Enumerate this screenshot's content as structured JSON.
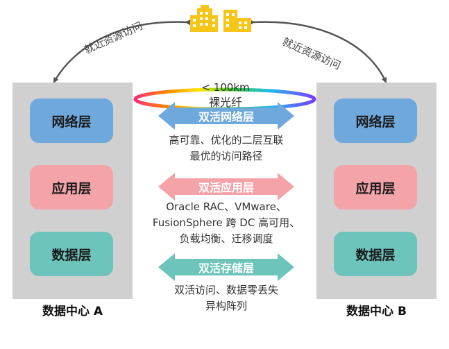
{
  "ring": {
    "distance_label": "< 100km",
    "fiber_label": "裸光纤"
  },
  "access_label_left": "就近资源访问",
  "access_label_right": "就近资源访问",
  "datacenters": [
    {
      "title": "数据中心 A",
      "layers": [
        "网络层",
        "应用层",
        "数据层"
      ]
    },
    {
      "title": "数据中心 B",
      "layers": [
        "网络层",
        "应用层",
        "数据层"
      ]
    }
  ],
  "bands": [
    {
      "label": "双活网络层",
      "desc": [
        "高可靠、优化的二层互联",
        "最优的访问路径"
      ]
    },
    {
      "label": "双活应用层",
      "desc": [
        "Oracle RAC、VMware、",
        "FusionSphere 跨 DC 高可用、",
        "负载均衡、迁移调度"
      ]
    },
    {
      "label": "双活存储层",
      "desc": [
        "双活访问、数据零丢失",
        "异构阵列"
      ]
    }
  ],
  "colors": {
    "panel": "#d0d0d0",
    "network": "#6fa8dc",
    "app": "#f4a3a8",
    "data": "#6cc4bb",
    "building": "#f5c518"
  }
}
